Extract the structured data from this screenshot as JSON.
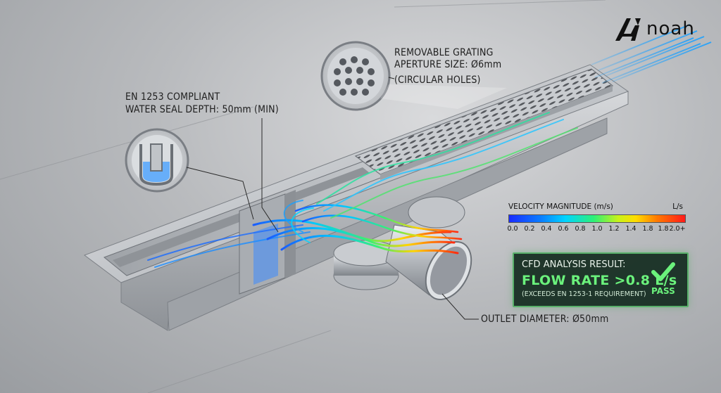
{
  "brand": {
    "logo_text": "noah"
  },
  "callouts": {
    "grating": {
      "line1": "REMOVABLE GRATING",
      "line2": "APERTURE SIZE: Ø6mm",
      "line3": "(CIRCULAR HOLES)"
    },
    "seal": {
      "line1": "EN 1253 COMPLIANT",
      "line2": "WATER SEAL DEPTH: 50mm (MIN)"
    },
    "outlet": {
      "line1": "OUTLET DIAMETER: Ø50mm"
    }
  },
  "legend": {
    "title": "VELOCITY MAGNITUDE (m/s)",
    "unit": "L/s",
    "ticks": [
      "0.0",
      "0.2",
      "0.4",
      "0.6",
      "0.8",
      "1.0",
      "1.2",
      "1.4",
      "1.8",
      "1.8",
      "2.0+"
    ]
  },
  "cfd_result": {
    "title": "CFD ANALYSIS RESULT:",
    "flow": "FLOW RATE >0.8 L/s",
    "requirement": "(EXCEEDS EN 1253-1 REQUIREMENT)",
    "status": "PASS"
  },
  "colors": {
    "accent_green": "#6bf27c",
    "box_border": "#59b06a",
    "steel": "#c8cacd"
  }
}
